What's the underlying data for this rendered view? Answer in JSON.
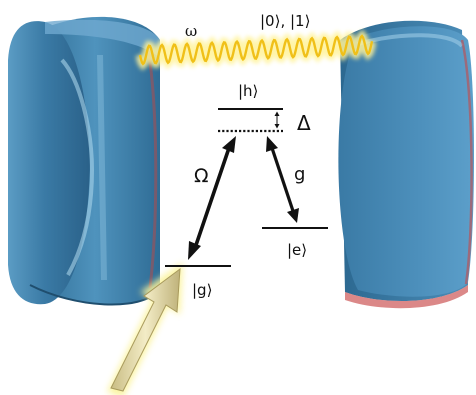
{
  "labels": {
    "omega": "ω",
    "cavity_states": "|0⟩, |1⟩",
    "level_h": "|h⟩",
    "detuning": "Δ",
    "rabi": "Ω",
    "coupling": "g",
    "level_e": "|e⟩",
    "level_g": "|g⟩"
  },
  "colors": {
    "mirror_blue": "#3f7fa6",
    "mirror_dark": "#2a5f82",
    "mirror_light": "#8fc0dc",
    "mirror_rim_red": "#c84040",
    "photon_wave": "#f2c21a",
    "photon_glow": "#fff3a0",
    "beam_fill": "#e9dfae",
    "beam_glow": "#fbf6a8",
    "line_black": "#111111"
  }
}
